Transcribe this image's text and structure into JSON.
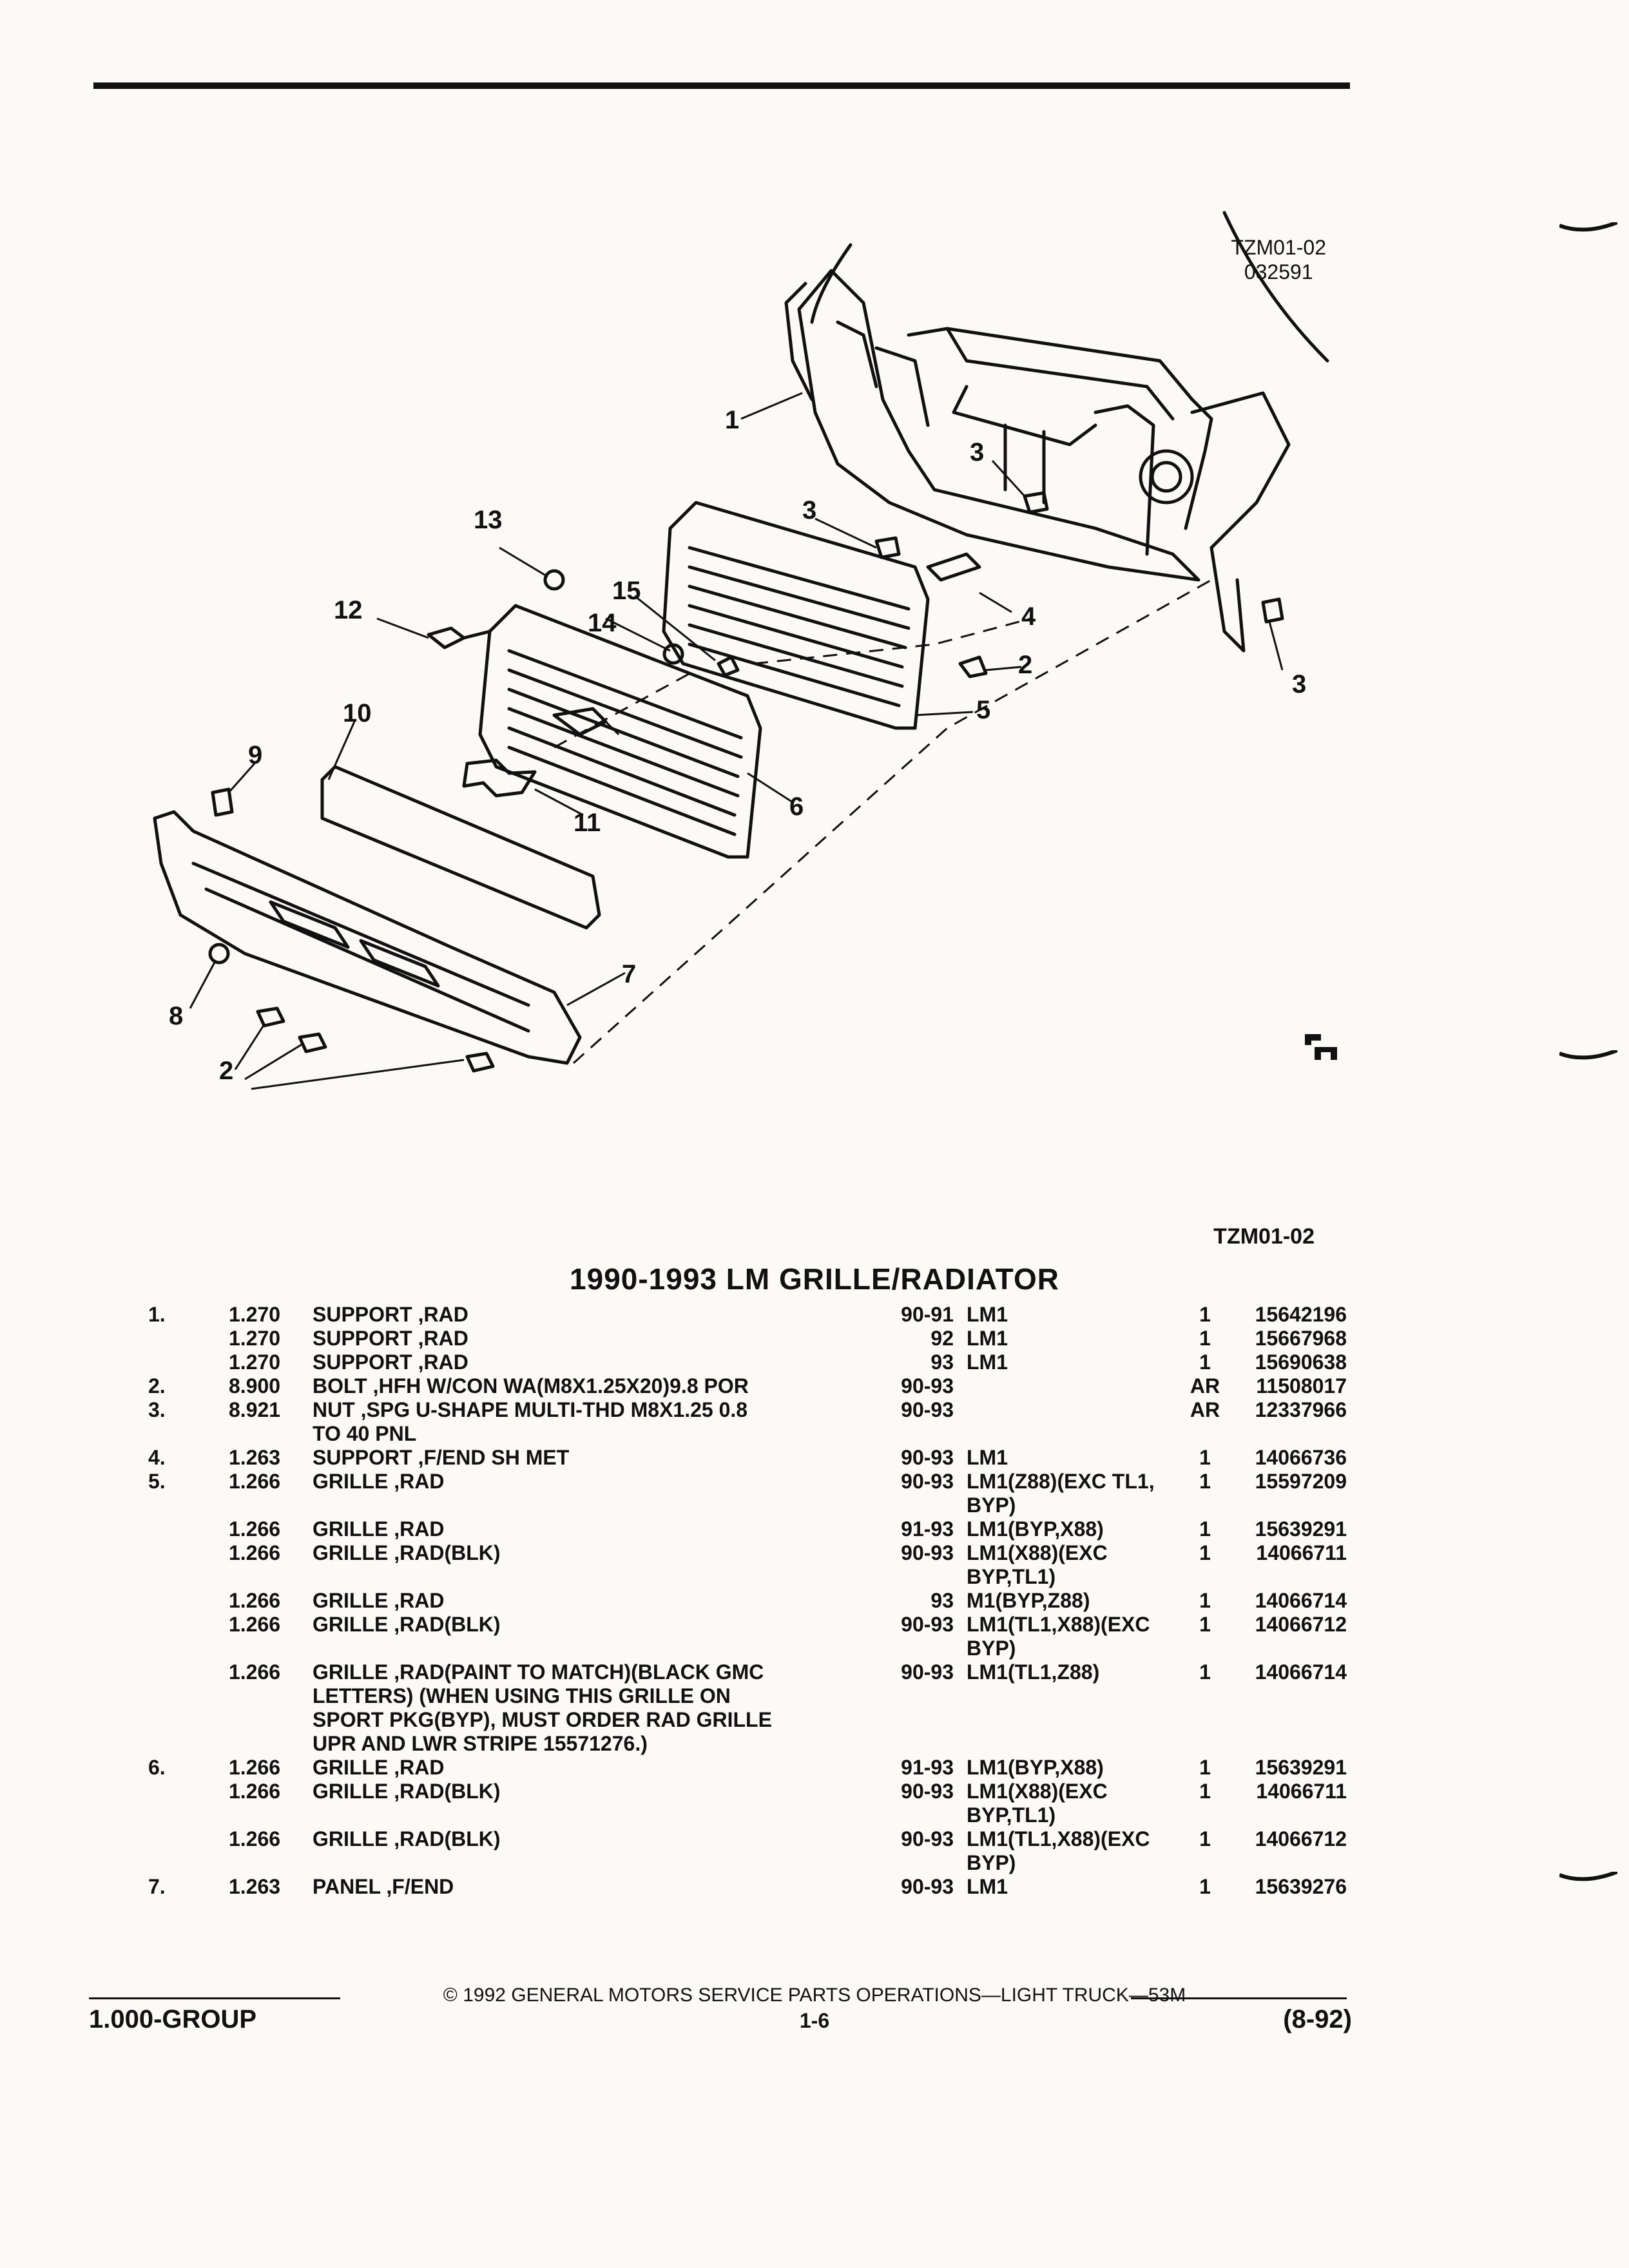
{
  "drawing": {
    "id_line1": "TZM01-02",
    "id_line2": "032591",
    "ref": "TZM01-02",
    "callouts": [
      "1",
      "2",
      "3",
      "4",
      "5",
      "6",
      "7",
      "8",
      "9",
      "10",
      "11",
      "12",
      "13",
      "14",
      "15"
    ]
  },
  "title": "1990-1993 LM GRILLE/RADIATOR",
  "parts": [
    {
      "item": "1.",
      "group": "1.270",
      "desc": "SUPPORT ,RAD",
      "years": "90-91",
      "model": "LM1",
      "qty": "1",
      "part": "15642196"
    },
    {
      "item": "",
      "group": "1.270",
      "desc": "SUPPORT ,RAD",
      "years": "92",
      "model": "LM1",
      "qty": "1",
      "part": "15667968"
    },
    {
      "item": "",
      "group": "1.270",
      "desc": "SUPPORT ,RAD",
      "years": "93",
      "model": "LM1",
      "qty": "1",
      "part": "15690638"
    },
    {
      "item": "2.",
      "group": "8.900",
      "desc": "BOLT ,HFH W/CON WA(M8X1.25X20)9.8 POR",
      "years": "90-93",
      "model": "",
      "qty": "AR",
      "part": "11508017"
    },
    {
      "item": "3.",
      "group": "8.921",
      "desc": "NUT ,SPG U-SHAPE MULTI-THD M8X1.25 0.8\nTO 40 PNL",
      "years": "90-93",
      "model": "",
      "qty": "AR",
      "part": "12337966"
    },
    {
      "item": "4.",
      "group": "1.263",
      "desc": "SUPPORT ,F/END SH MET",
      "years": "90-93",
      "model": "LM1",
      "qty": "1",
      "part": "14066736"
    },
    {
      "item": "5.",
      "group": "1.266",
      "desc": "GRILLE ,RAD",
      "years": "90-93",
      "model": "LM1(Z88)(EXC TL1,\nBYP)",
      "qty": "1",
      "part": "15597209"
    },
    {
      "item": "",
      "group": "1.266",
      "desc": "GRILLE ,RAD",
      "years": "91-93",
      "model": "LM1(BYP,X88)",
      "qty": "1",
      "part": "15639291"
    },
    {
      "item": "",
      "group": "1.266",
      "desc": "GRILLE ,RAD(BLK)",
      "years": "90-93",
      "model": "LM1(X88)(EXC\nBYP,TL1)",
      "qty": "1",
      "part": "14066711"
    },
    {
      "item": "",
      "group": "1.266",
      "desc": "GRILLE ,RAD",
      "years": "93",
      "model": "M1(BYP,Z88)",
      "qty": "1",
      "part": "14066714"
    },
    {
      "item": "",
      "group": "1.266",
      "desc": "GRILLE ,RAD(BLK)",
      "years": "90-93",
      "model": "LM1(TL1,X88)(EXC\nBYP)",
      "qty": "1",
      "part": "14066712"
    },
    {
      "item": "",
      "group": "1.266",
      "desc": "GRILLE ,RAD(PAINT TO MATCH)(BLACK GMC\nLETTERS) (WHEN USING THIS GRILLE ON\nSPORT PKG(BYP), MUST ORDER RAD GRILLE\nUPR AND LWR STRIPE 15571276.)",
      "years": "90-93",
      "model": "LM1(TL1,Z88)",
      "qty": "1",
      "part": "14066714"
    },
    {
      "item": "6.",
      "group": "1.266",
      "desc": "GRILLE ,RAD",
      "years": "91-93",
      "model": "LM1(BYP,X88)",
      "qty": "1",
      "part": "15639291"
    },
    {
      "item": "",
      "group": "1.266",
      "desc": "GRILLE ,RAD(BLK)",
      "years": "90-93",
      "model": "LM1(X88)(EXC\nBYP,TL1)",
      "qty": "1",
      "part": "14066711"
    },
    {
      "item": "",
      "group": "1.266",
      "desc": "GRILLE ,RAD(BLK)",
      "years": "90-93",
      "model": "LM1(TL1,X88)(EXC\nBYP)",
      "qty": "1",
      "part": "14066712"
    },
    {
      "item": "7.",
      "group": "1.263",
      "desc": "PANEL ,F/END",
      "years": "90-93",
      "model": "LM1",
      "qty": "1",
      "part": "15639276"
    }
  ],
  "footer": {
    "copyright": "© 1992 GENERAL MOTORS SERVICE PARTS OPERATIONS—LIGHT TRUCK—53M",
    "group": "1.000-GROUP",
    "page": "1-6",
    "date": "(8-92)"
  },
  "colors": {
    "ink": "#111111",
    "paper": "#fbfaf7"
  }
}
